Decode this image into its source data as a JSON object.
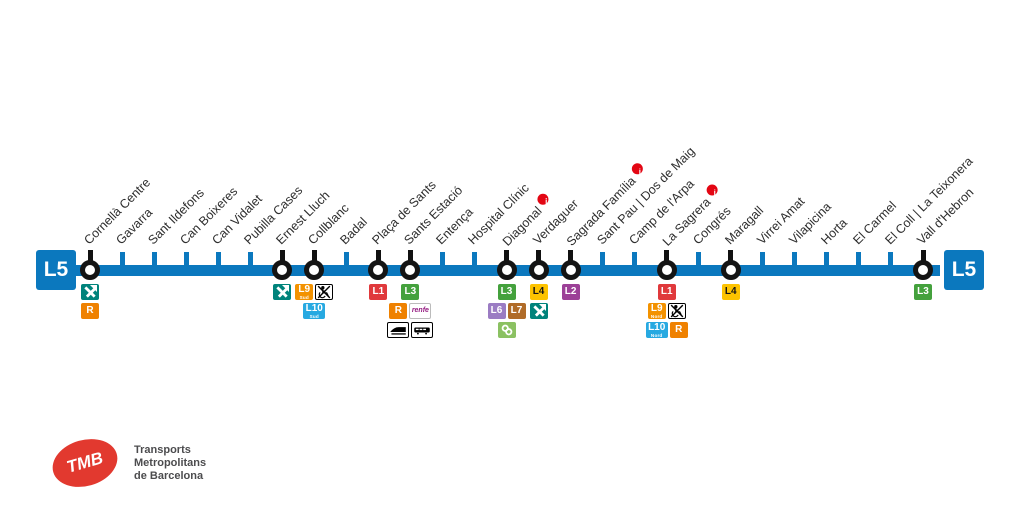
{
  "line": {
    "id": "L5",
    "color": "#0b78be",
    "left_terminal_label": "L5",
    "right_terminal_label": "L5",
    "interchange_ring_color": "#141414",
    "station_label_color": "#2d2d2d"
  },
  "poi_marker": {
    "glyph": "i",
    "bg": "#e30613",
    "fg": "#ffffff"
  },
  "badge_defs": {
    "L1": {
      "label": "L1",
      "bg": "#e0393c",
      "fg": "#ffffff"
    },
    "L2": {
      "label": "L2",
      "bg": "#9c4097",
      "fg": "#ffffff"
    },
    "L3": {
      "label": "L3",
      "bg": "#44a13d",
      "fg": "#ffffff"
    },
    "L4": {
      "label": "L4",
      "bg": "#fdc300",
      "fg": "#151515"
    },
    "L6": {
      "label": "L6",
      "bg": "#9b7cc3",
      "fg": "#ffffff"
    },
    "L7": {
      "label": "L7",
      "bg": "#b06b28",
      "fg": "#ffffff"
    },
    "L9S": {
      "label": "L9",
      "sub": "Sud",
      "bg": "#f39200",
      "fg": "#ffffff"
    },
    "L9N": {
      "label": "L9",
      "sub": "Nord",
      "bg": "#f39200",
      "fg": "#ffffff"
    },
    "L10S": {
      "label": "L10",
      "sub": "Sud",
      "bg": "#27a9e1",
      "fg": "#ffffff"
    },
    "L10N": {
      "label": "L10",
      "sub": "Nord",
      "bg": "#27a9e1",
      "fg": "#ffffff"
    },
    "R": {
      "label": "R",
      "bg": "#ef8100",
      "fg": "#ffffff"
    },
    "renfe": {
      "label": "renfe",
      "bg": "#ffffff",
      "fg": "#951b81",
      "border": "#bbbbbb"
    },
    "tram": {
      "icon": "tram",
      "bg": "#00837b"
    },
    "fgc": {
      "icon": "fgc",
      "bg": "#8bc162"
    },
    "noaccess": {
      "icon": "noaccess",
      "bg": "#ffffff",
      "border": "#000000"
    },
    "train_hs": {
      "icon": "train_hs",
      "bg": "#ffffff",
      "border": "#000000"
    },
    "train_reg": {
      "icon": "train_reg",
      "bg": "#ffffff",
      "border": "#000000"
    }
  },
  "stations": [
    {
      "name": "Cornellà Centre",
      "interchange": true,
      "poi": false,
      "badge_rows": [
        [
          "tram"
        ],
        [
          "R"
        ]
      ]
    },
    {
      "name": "Gavarra",
      "interchange": false,
      "poi": false,
      "badge_rows": []
    },
    {
      "name": "Sant Ildefons",
      "interchange": false,
      "poi": false,
      "badge_rows": []
    },
    {
      "name": "Can Boixeres",
      "interchange": false,
      "poi": false,
      "badge_rows": []
    },
    {
      "name": "Can Vidalet",
      "interchange": false,
      "poi": false,
      "badge_rows": []
    },
    {
      "name": "Pubilla Cases",
      "interchange": false,
      "poi": false,
      "badge_rows": []
    },
    {
      "name": "Ernest Lluch",
      "interchange": true,
      "poi": false,
      "badge_rows": [
        [
          "tram"
        ]
      ]
    },
    {
      "name": "Collblanc",
      "interchange": true,
      "poi": false,
      "badge_rows": [
        [
          "L9S",
          "noaccess"
        ],
        [
          "L10S"
        ]
      ]
    },
    {
      "name": "Badal",
      "interchange": false,
      "poi": false,
      "badge_rows": []
    },
    {
      "name": "Plaça de Sants",
      "interchange": true,
      "poi": false,
      "badge_rows": [
        [
          "L1"
        ]
      ]
    },
    {
      "name": "Sants Estació",
      "interchange": true,
      "poi": false,
      "badge_rows": [
        [
          "L3"
        ],
        [
          "R",
          "renfe"
        ],
        [
          "train_hs",
          "train_reg"
        ]
      ]
    },
    {
      "name": "Entença",
      "interchange": false,
      "poi": false,
      "badge_rows": []
    },
    {
      "name": "Hospital Clínic",
      "interchange": false,
      "poi": false,
      "badge_rows": []
    },
    {
      "name": "Diagonal",
      "interchange": true,
      "poi": true,
      "badge_rows": [
        [
          "L3"
        ],
        [
          "L6",
          "L7"
        ],
        [
          "fgc"
        ]
      ]
    },
    {
      "name": "Verdaguer",
      "interchange": true,
      "poi": false,
      "badge_rows": [
        [
          "L4"
        ],
        [
          "tram"
        ]
      ]
    },
    {
      "name": "Sagrada Família",
      "interchange": true,
      "poi": true,
      "badge_rows": [
        [
          "L2"
        ]
      ]
    },
    {
      "name": "Sant Pau | Dos de Maig",
      "interchange": false,
      "poi": false,
      "badge_rows": []
    },
    {
      "name": "Camp de l'Arpa",
      "interchange": false,
      "poi": false,
      "badge_rows": []
    },
    {
      "name": "La Sagrera",
      "interchange": true,
      "poi": true,
      "badge_rows": [
        [
          "L1"
        ],
        [
          "L9N",
          "noaccess"
        ],
        [
          "L10N",
          "R"
        ]
      ]
    },
    {
      "name": "Congrés",
      "interchange": false,
      "poi": false,
      "badge_rows": []
    },
    {
      "name": "Maragall",
      "interchange": true,
      "poi": false,
      "badge_rows": [
        [
          "L4"
        ]
      ]
    },
    {
      "name": "Virrei Amat",
      "interchange": false,
      "poi": false,
      "badge_rows": []
    },
    {
      "name": "Vilapicina",
      "interchange": false,
      "poi": false,
      "badge_rows": []
    },
    {
      "name": "Horta",
      "interchange": false,
      "poi": false,
      "badge_rows": []
    },
    {
      "name": "El Carmel",
      "interchange": false,
      "poi": false,
      "badge_rows": []
    },
    {
      "name": "El Coll | La Teixonera",
      "interchange": false,
      "poi": false,
      "badge_rows": []
    },
    {
      "name": "Vall d'Hebron",
      "interchange": true,
      "poi": false,
      "badge_rows": [
        [
          "L3"
        ]
      ]
    }
  ],
  "logo": {
    "abbr": "TMB",
    "oval_color": "#e2392f",
    "line1": "Transports",
    "line2": "Metropolitans",
    "line3": "de Barcelona"
  }
}
